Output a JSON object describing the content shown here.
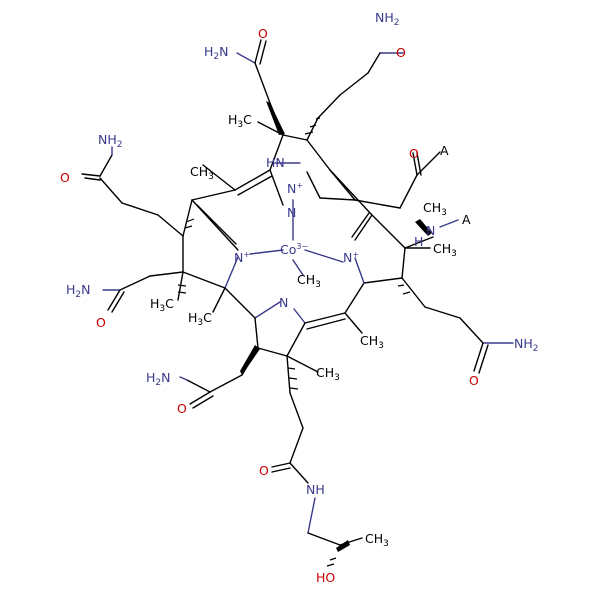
{
  "molecule": {
    "atom_labels": [
      {
        "id": "nh2_top_left",
        "text": "H2N",
        "sub": "2",
        "color": "#3a3a8c"
      },
      {
        "id": "o_top_left",
        "text": "O",
        "color": "#cc0000"
      },
      {
        "id": "nh2_top_right",
        "text": "NH2",
        "color": "#3a3a8c"
      },
      {
        "id": "o_top_right",
        "text": "O",
        "color": "#cc0000"
      },
      {
        "id": "ch3_top",
        "text": "H3C",
        "color": "#000000"
      },
      {
        "id": "nh2_left_upper",
        "text": "NH2",
        "color": "#3a3a8c"
      },
      {
        "id": "o_left_upper",
        "text": "O",
        "color": "#cc0000"
      },
      {
        "id": "ch3_meso_left",
        "text": "CH3",
        "color": "#000000"
      },
      {
        "id": "hn_imidazole",
        "text": "HN",
        "color": "#3a3a8c"
      },
      {
        "id": "n_imidazole_plus",
        "text": "N+",
        "color": "#3a3a8c"
      },
      {
        "id": "n_imidazole",
        "text": "N",
        "color": "#3a3a8c"
      },
      {
        "id": "o_right_amide",
        "text": "O",
        "color": "#cc0000"
      },
      {
        "id": "a_top",
        "text": "A",
        "color": "#000000"
      },
      {
        "id": "ch3_right_top",
        "text": "CH3",
        "color": "#000000"
      },
      {
        "id": "n_right_a",
        "text": "N",
        "color": "#3a3a8c"
      },
      {
        "id": "a_right",
        "text": "A",
        "color": "#000000"
      },
      {
        "id": "h_right",
        "text": "H",
        "color": "#3a3a8c"
      },
      {
        "id": "n_left_plus",
        "text": "N+",
        "color": "#3a3a8c"
      },
      {
        "id": "co",
        "text": "Co3-",
        "color": "#3a3a8c"
      },
      {
        "id": "n_right_plus",
        "text": "N+",
        "color": "#3a3a8c"
      },
      {
        "id": "ch3_right_ring",
        "text": "CH3",
        "color": "#000000"
      },
      {
        "id": "ch3_co",
        "text": "CH3",
        "color": "#000000"
      },
      {
        "id": "h2n_left_mid",
        "text": "H2N",
        "color": "#3a3a8c"
      },
      {
        "id": "o_left_mid",
        "text": "O",
        "color": "#cc0000"
      },
      {
        "id": "h3c_left_ring",
        "text": "H3C",
        "color": "#000000"
      },
      {
        "id": "h3c_left_ring2",
        "text": "H3C",
        "color": "#000000"
      },
      {
        "id": "n_bottom",
        "text": "N",
        "color": "#3a3a8c"
      },
      {
        "id": "ch3_meso_right",
        "text": "CH3",
        "color": "#000000"
      },
      {
        "id": "nh2_right_low",
        "text": "NH2",
        "color": "#3a3a8c"
      },
      {
        "id": "o_right_low",
        "text": "O",
        "color": "#cc0000"
      },
      {
        "id": "h2n_bottom_left",
        "text": "H2N",
        "color": "#3a3a8c"
      },
      {
        "id": "o_bottom_left",
        "text": "O",
        "color": "#cc0000"
      },
      {
        "id": "ch3_bottom",
        "text": "CH3",
        "color": "#000000"
      },
      {
        "id": "o_bottom",
        "text": "O",
        "color": "#cc0000"
      },
      {
        "id": "nh_bottom",
        "text": "NH",
        "color": "#3a3a8c"
      },
      {
        "id": "ch3_tail",
        "text": "CH3",
        "color": "#000000"
      },
      {
        "id": "ho_tail",
        "text": "HO",
        "color": "#cc0000"
      }
    ]
  }
}
